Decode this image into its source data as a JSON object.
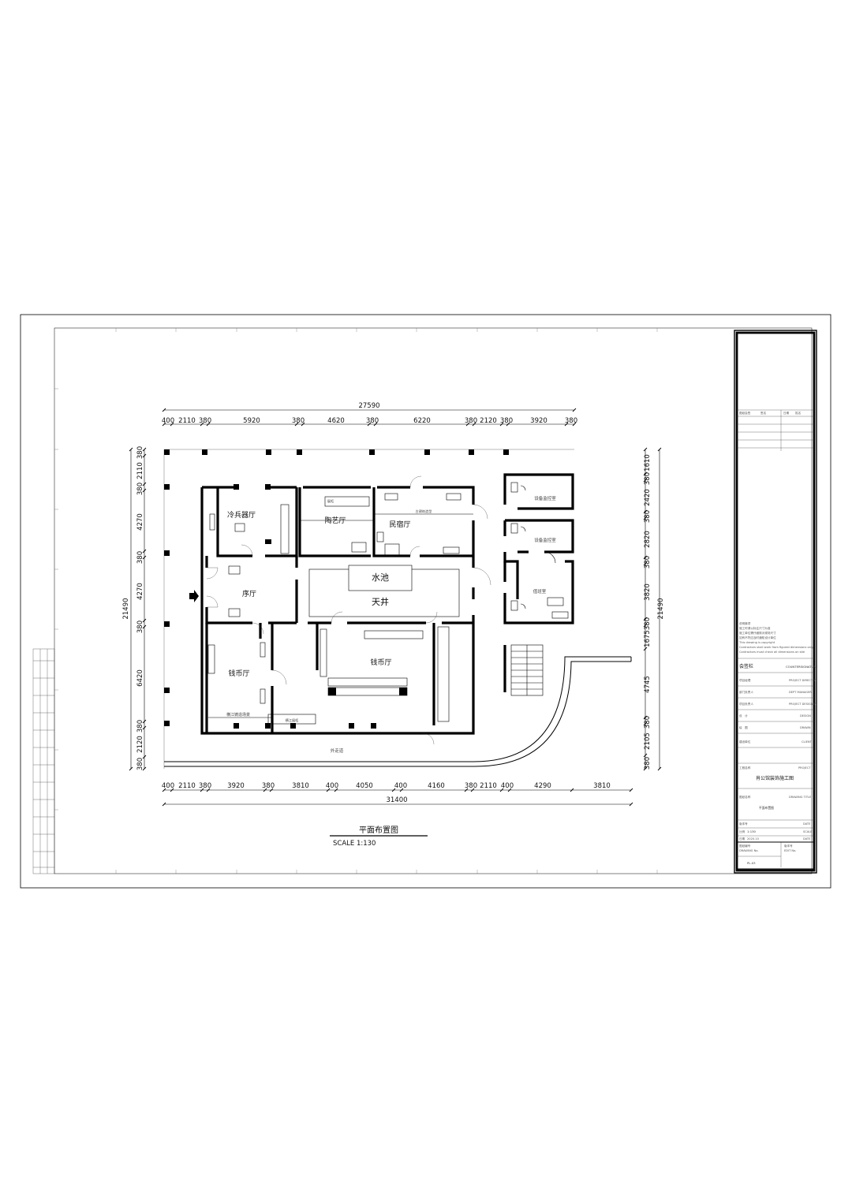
{
  "drawing": {
    "title": "平面布置图",
    "scale": "SCALE 1:130"
  },
  "dimensions": {
    "top_total": "27590",
    "top_segments": [
      "400",
      "2110",
      "380",
      "5920",
      "380",
      "4620",
      "380",
      "6220",
      "380",
      "2120",
      "380",
      "3920",
      "380"
    ],
    "bottom_total": "31400",
    "bottom_segments": [
      "400",
      "2110",
      "380",
      "3920",
      "380",
      "3810",
      "400",
      "4050",
      "400",
      "4160",
      "380",
      "2110",
      "400",
      "4290",
      "3810"
    ],
    "left_total": "21490",
    "left_segments": [
      "380",
      "2110",
      "380",
      "4270",
      "380",
      "4270",
      "380",
      "6420",
      "380",
      "2120",
      "380"
    ],
    "right_total": "21490",
    "right_segments": [
      "1610",
      "380",
      "2420",
      "380",
      "2820",
      "380",
      "3820",
      "380",
      "1675",
      "4745",
      "380",
      "2105",
      "380"
    ]
  },
  "rooms": {
    "cold_weapons": "冷兵器厅",
    "pottery": "陶艺厅",
    "folk": "民宿厅",
    "ancient_building": "古建筑造型",
    "pool": "水池",
    "courtyard": "天井",
    "preface": "序厅",
    "coin_left": "钱币厅",
    "coin_center": "钱币厅",
    "casting_scene": "横江铸造场景",
    "outer_corridor": "外走道",
    "monitor_1": "设备监控室",
    "monitor_2": "设备监控室",
    "duty": "值班室",
    "hengjiang_display": "横江展柜",
    "display_cabinet": "展柜"
  },
  "title_block": {
    "sign_header": "会签栏",
    "sign_header_en": "COUNTERSIGNATURE",
    "project_label": "工程名称",
    "project_name": "肖公馆装饰施工图",
    "drawing_name_label": "图纸名称",
    "drawing_name": "平面布置图",
    "scale_label": "比例",
    "scale_value": "1:130",
    "date_label": "日期",
    "date_value": "2020.10",
    "drawing_no_label": "图纸编号",
    "drawing_no": "PL-03"
  }
}
